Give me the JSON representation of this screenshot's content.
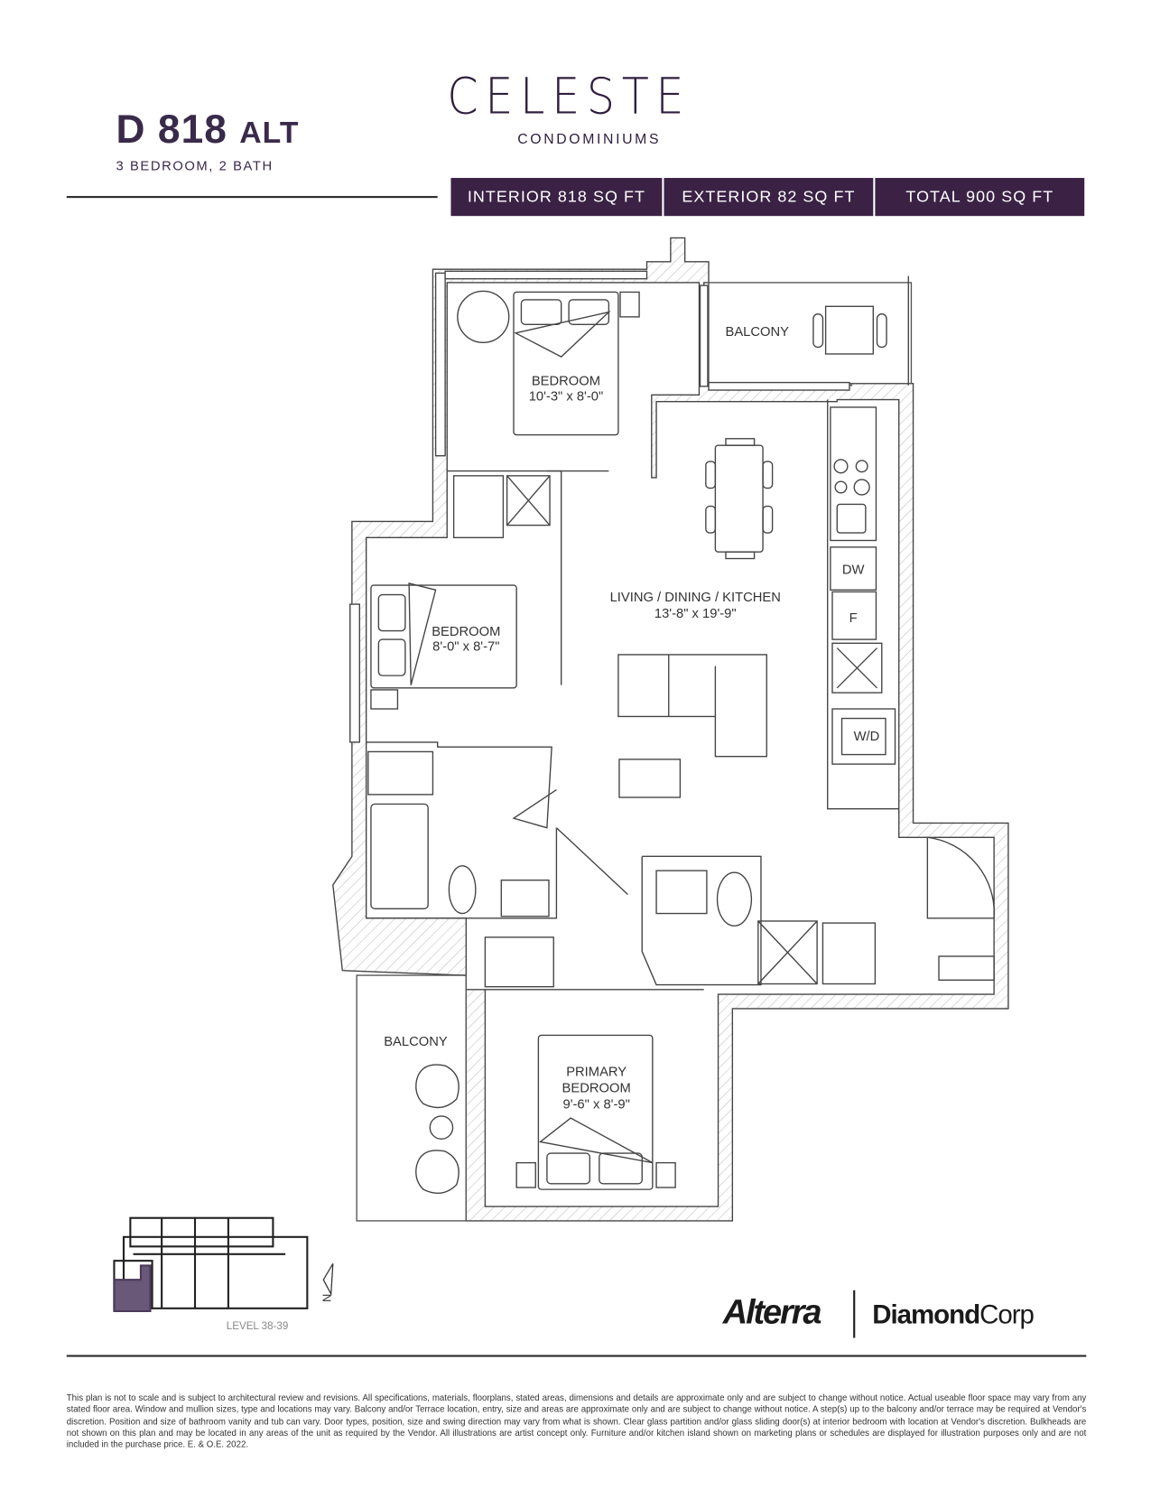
{
  "header": {
    "unit_code": "D 818",
    "unit_suffix": "ALT",
    "unit_type": "3 BEDROOM,  2 BATH",
    "brand_name": "CELESTE",
    "brand_subtitle": "CONDOMINIUMS"
  },
  "areas": {
    "interior": "INTERIOR 818 SQ FT",
    "exterior": "EXTERIOR 82 SQ FT",
    "total": "TOTAL 900 SQ FT"
  },
  "plan": {
    "balcony_top": "BALCONY",
    "bedroom1_name": "BEDROOM",
    "bedroom1_dim": "10'-3\" x 8'-0\"",
    "bedroom2_name": "BEDROOM",
    "bedroom2_dim": "8'-0\" x 8'-7\"",
    "living_name": "LIVING / DINING / KITCHEN",
    "living_dim": "13'-8\" x 19'-9\"",
    "dw": "DW",
    "fridge": "F",
    "wd": "W/D",
    "balcony_bottom": "BALCONY",
    "primary_name1": "PRIMARY",
    "primary_name2": "BEDROOM",
    "primary_dim": "9'-6\" x 8'-9\""
  },
  "keyplan": {
    "level": "LEVEL 38-39",
    "north": "N"
  },
  "logos": {
    "developer1": "Alterra",
    "developer2_a": "Diamond",
    "developer2_b": "Corp"
  },
  "disclaimer": "This plan is not to scale and is subject to architectural review and revisions. All specifications, materials, floorplans, stated areas, dimensions and details are approximate only and are subject to change without notice. Actual useable floor space may vary from any stated floor area. Window and mullion sizes, type and locations may vary. Balcony and/or Terrace location, entry, size and areas are approximate only and are subject to change without notice.  A step(s) up to the balcony and/or terrace may be required at Vendor's discretion.  Position and size of bathroom vanity and tub can vary.  Door types, position, size and swing direction may vary from what is shown. Clear glass partition and/or glass sliding door(s) at interior bedroom with location at Vendor's discretion. Bulkheads are not shown on this plan and may be located in any areas of the unit as required by the Vendor. All illustrations are artist concept only. Furniture and/or kitchen island shown on marketing plans or schedules are displayed for illustration purposes only and are not included in the purchase price. E. & O.E. 2022.",
  "colors": {
    "brand_purple": "#3b2245",
    "keyplan_highlight": "#6a5878"
  }
}
